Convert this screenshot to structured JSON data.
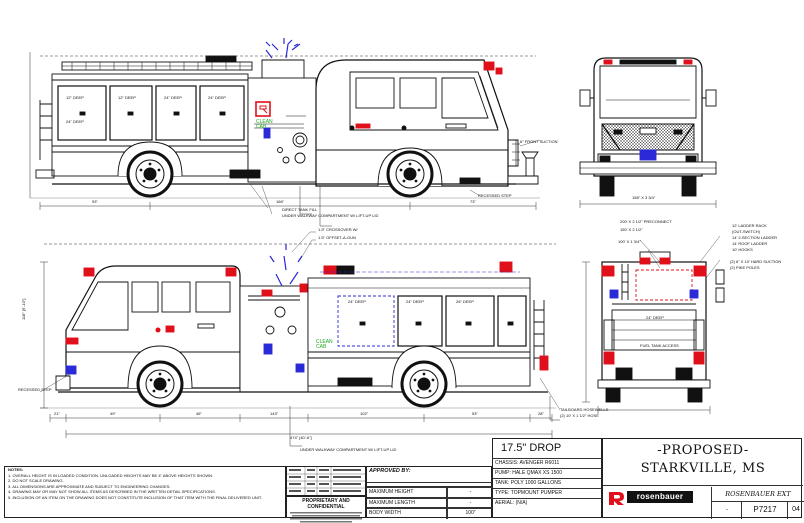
{
  "drawing": {
    "front_suction": "6\" FRONT SUCTION",
    "recessed_step_top": "RECESSED STEP",
    "direct_tank_fill": "DIRECT TANK FILL",
    "under_walkway": "UNDER WALKWAY COMPARTMENT W/ LIFT-UP LID",
    "crossover_label": "1.5\" CROSSOVER W/",
    "offset_gun": "1.5\" OFFSET-A-GUN",
    "recessed_step_bottom": "RECESSED STEP",
    "tailboard_label": "TAILBOARD HOSEWELLS",
    "tailboard_sub": "(2) 10' X 1 1/2\" HOSE",
    "under_walkway_bottom": "UNDER WALKWAY COMPARTMENT W/ LIFT-UP LID",
    "clean_cab": "CLEAN CAB",
    "fuel_tank": "FUEL TANK ACCESS",
    "rear_labels": [
      "200' X 2 1/2\" PRECONNECT",
      "150' X 2 1/2\"",
      "100' X 1 3/4\"",
      "12' LADDER RACK",
      "(OUT-SWITCH)",
      "14' 2-SECTION LADDER",
      "14' ROOF LADDER",
      "10' HOOKS",
      "(2) 6\" X 10' HARD SUCTION",
      "(2) PIKE POLES"
    ],
    "comp_labels_top": [
      "12\" DEEP",
      "12\" DEEP",
      "24\" DEEP",
      "24\" DEEP",
      "24\" DEEP"
    ],
    "comp_labels_bottom": [
      "24\" DEEP",
      "24\" DEEP",
      "26\" DEEP",
      "24\" DEEP"
    ],
    "dimension_front": "158\" X 3 3/4\"",
    "dimension_side": "474\" [40'-6\"]",
    "dimension_vertical": "118\" [9'-10\"]",
    "dims_bottom": [
      "21\"",
      "49\"",
      "46\"",
      "143\"",
      "102\"",
      "53\"",
      "28\""
    ],
    "dims_top": [
      "93\"",
      "166\"",
      "73\""
    ]
  },
  "notes": {
    "heading": "NOTES:",
    "items": [
      "1. OVERALL HEIGHT IS IN LOADED CONDITION. UNLOADED HEIGHTS MAY BE 4\" ABOVE HEIGHTS SHOWN.",
      "2. DO NOT SCALE DRAWING.",
      "3. ALL DIMENSIONS ARE APPROXIMATE AND SUBJECT TO ENGINEERING CHANGES.",
      "4. DRAWING MAY OR MAY NOT SHOW ALL ITEMS AS DESCRIBED IN THE WRITTEN DETAIL SPECIFICATIONS.",
      "5. INCLUSION OF AN ITEM ON THE DRAWING DOES NOT CONSTITUTE INCLUSION OF THAT ITEM WITH THE FINAL DELIVERED UNIT."
    ]
  },
  "title_block": {
    "approved_by": "APPROVED BY:",
    "proprietary": "PROPRIETARY AND CONFIDENTIAL",
    "max_height_label": "MAXIMUM HEIGHT",
    "max_height_value": "-",
    "max_length_label": "MAXIMUM LENGTH",
    "max_length_value": "-",
    "body_width_label": "BODY WIDTH",
    "body_width_value": "100\"",
    "drop": "17.5\" DROP",
    "chassis": "CHASSIS: AVENGER R6011",
    "pump": "PUMP: HALE QMAX XS 1500",
    "tank": "TANK: POLY 1000 GALLONS",
    "type": "TYPE: TOPMOUNT PUMPER",
    "aerial": "AERIAL: (N/A)",
    "proposed": "-PROPOSED-",
    "location": "STARKVILLE, MS",
    "brand": "rosenbauer",
    "model": "ROSENBAUER EXT",
    "sheet_dash": "-",
    "drawing_no": "P7217",
    "sheet_no": "04"
  },
  "colors": {
    "line": "#111111",
    "blue": "#2a2ad8",
    "green": "#1fa81f",
    "red": "#e0101a"
  }
}
